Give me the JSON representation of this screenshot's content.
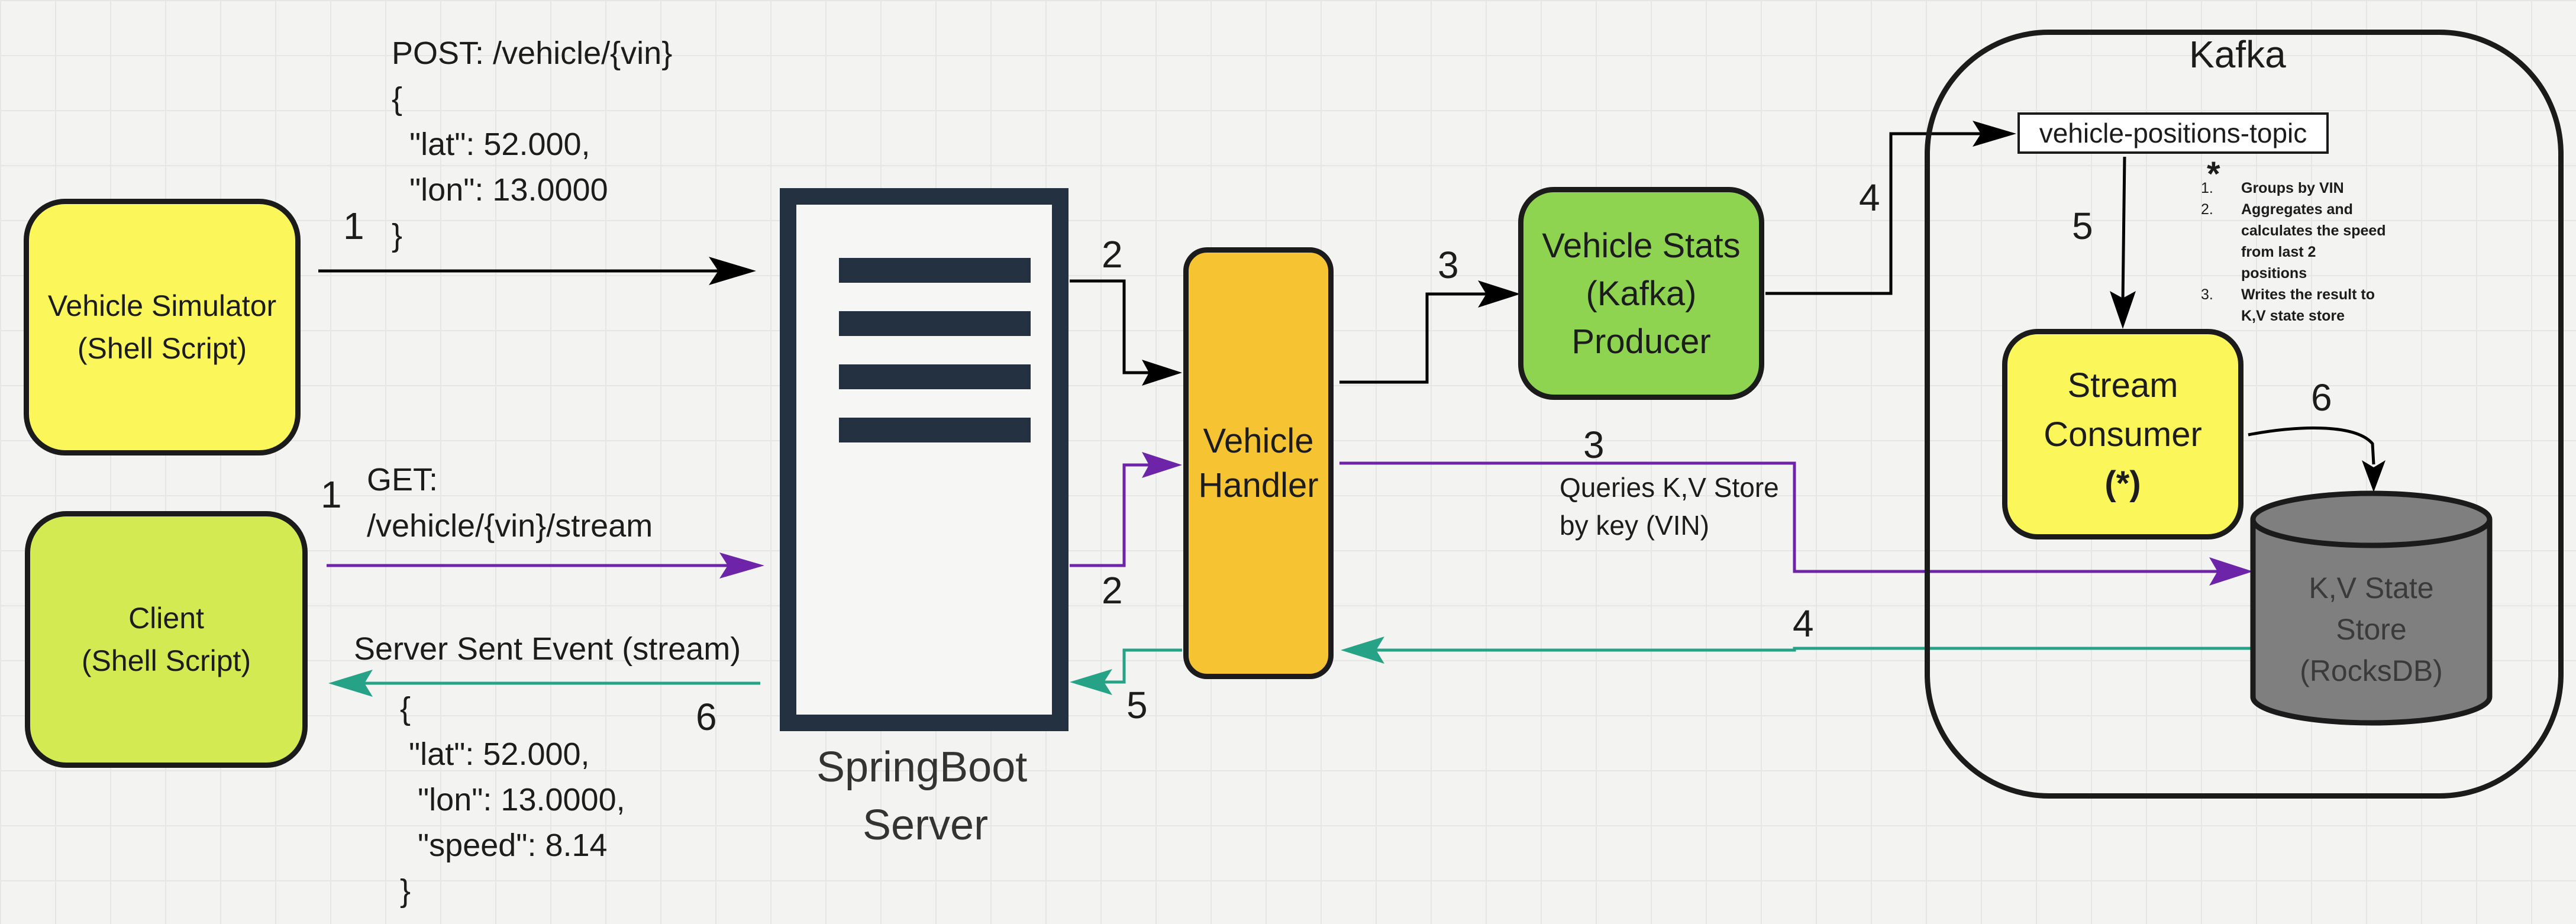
{
  "colors": {
    "background": "#f3f3f2",
    "yellow": "#fbf65a",
    "lime": "#d3ea52",
    "orange": "#f6c433",
    "green": "#8fd451",
    "gray": "#7f7f7f",
    "server": "#243140",
    "black_arrow": "#000000",
    "purple_arrow": "#6d24a8",
    "teal_arrow": "#26a386"
  },
  "nodes": {
    "vehicle_simulator": {
      "line1": "Vehicle Simulator",
      "line2": "(Shell Script)"
    },
    "client": {
      "line1": "Client",
      "line2": "(Shell Script)"
    },
    "server": {
      "line1": "SpringBoot",
      "line2": "Server",
      "icon": "server-rack-icon"
    },
    "vehicle_handler": {
      "line1": "Vehicle",
      "line2": "Handler"
    },
    "producer": {
      "line1": "Vehicle Stats",
      "line2": "(Kafka)",
      "line3": "Producer"
    },
    "kafka": {
      "title": "Kafka"
    },
    "topic": {
      "label": "vehicle-positions-topic"
    },
    "stream_consumer": {
      "line1": "Stream",
      "line2": "Consumer",
      "line3": "(*)"
    },
    "state_store": {
      "line1": "K,V State",
      "line2": "Store",
      "line3": "(RocksDB)",
      "icon": "database-cylinder-icon"
    }
  },
  "annotations": {
    "post_request": [
      "POST: /vehicle/{vin}",
      "{",
      "  \"lat\": 52.000,",
      "  \"lon\": 13.0000",
      "}"
    ],
    "get_request": [
      "GET:",
      "/vehicle/{vin}/stream"
    ],
    "sse_label": "Server Sent Event (stream)",
    "sse_payload": [
      "{",
      " \"lat\": 52.000,",
      "  \"lon\": 13.0000,",
      "  \"speed\": 8.14",
      "}"
    ],
    "query_label": [
      "Queries K,V Store",
      "by key (VIN)"
    ],
    "notes_star": "*",
    "notes": [
      "1.",
      "Groups by VIN",
      "2.",
      "Aggregates and",
      "calculates the speed",
      "from last 2",
      "positions",
      "3.",
      "Writes the result to",
      "K,V state store"
    ]
  },
  "steps": {
    "sim_to_server": "1",
    "client_to_server": "1",
    "server_to_handler_top": "2",
    "server_to_handler_bottom": "2",
    "handler_to_producer": "3",
    "handler_to_store": "3",
    "producer_to_topic": "4",
    "store_to_handler": "4",
    "topic_to_consumer": "5",
    "handler_to_server": "5",
    "consumer_to_store": "6",
    "server_to_client": "6"
  }
}
